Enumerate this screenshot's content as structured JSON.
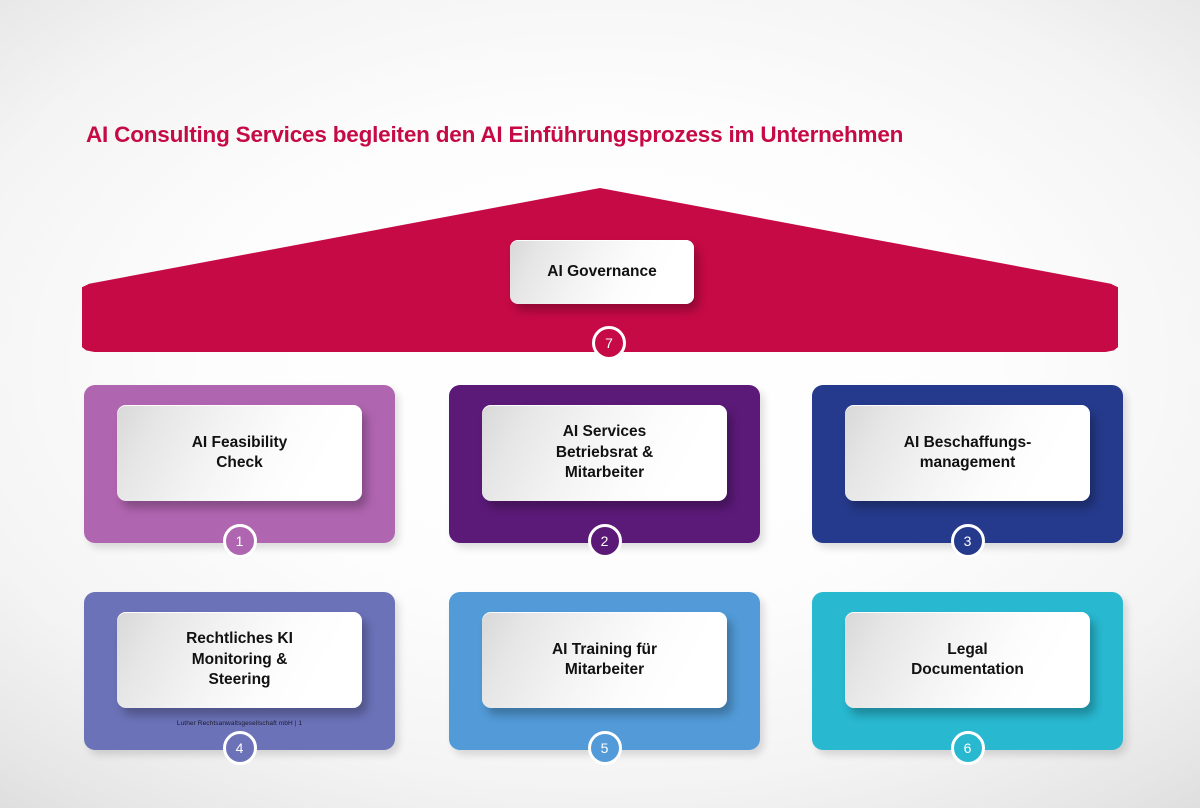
{
  "slide": {
    "title": "AI Consulting Services begleiten den AI Einführungsprozess im Unternehmen",
    "footer": "Luther Rechtsanwaltsgesellschaft mbH | 1",
    "background_color": "#f2f2f2",
    "title_color": "#C60A46"
  },
  "roof": {
    "name": "AI Governance",
    "label": "AI Governance",
    "number": "7",
    "color": "#C60A46"
  },
  "pillars": [
    {
      "label": "AI Feasibility\nCheck",
      "line1": "AI Feasibility",
      "line2": "Check",
      "line3": "",
      "number": "1",
      "color": "#B065B0"
    },
    {
      "label": "AI Services Betriebsrat & Mitarbeiter",
      "line1": "AI Services",
      "line2": "Betriebsrat &",
      "line3": "Mitarbeiter",
      "number": "2",
      "color": "#5B1A78"
    },
    {
      "label": "AI Beschaffungs-management",
      "line1": "AI Beschaffungs-",
      "line2": "management",
      "line3": "",
      "number": "3",
      "color": "#253A8C"
    },
    {
      "label": "Rechtliches KI Monitoring & Steering",
      "line1": "Rechtliches KI",
      "line2": "Monitoring &",
      "line3": "Steering",
      "number": "4",
      "color": "#6B72B8"
    },
    {
      "label": "AI Training für Mitarbeiter",
      "line1": "AI Training für",
      "line2": "Mitarbeiter",
      "line3": "",
      "number": "5",
      "color": "#529BD8"
    },
    {
      "label": "Legal Documentation",
      "line1": "Legal",
      "line2": "Documentation",
      "line3": "",
      "number": "6",
      "color": "#28B8D0"
    }
  ]
}
